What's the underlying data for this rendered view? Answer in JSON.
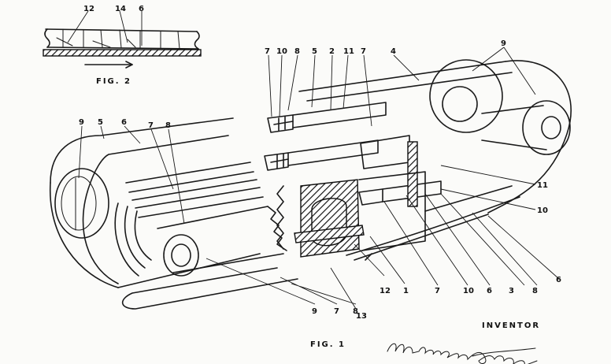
{
  "figures": {
    "fig1_caption": "FIG. 1",
    "fig2_caption": "FIG. 2"
  },
  "fig2_labels": [
    {
      "id": "f2-12",
      "text": "12"
    },
    {
      "id": "f2-14",
      "text": "14"
    },
    {
      "id": "f2-6",
      "text": "6"
    }
  ],
  "fig1_labels": [
    {
      "id": "a",
      "text": "7"
    },
    {
      "id": "b",
      "text": "10"
    },
    {
      "id": "c",
      "text": "8"
    },
    {
      "id": "d",
      "text": "5"
    },
    {
      "id": "e",
      "text": "2"
    },
    {
      "id": "f",
      "text": "11"
    },
    {
      "id": "g",
      "text": "7"
    },
    {
      "id": "h",
      "text": "4"
    },
    {
      "id": "i",
      "text": "9"
    },
    {
      "id": "j",
      "text": "9"
    },
    {
      "id": "k",
      "text": "5"
    },
    {
      "id": "l",
      "text": "6"
    },
    {
      "id": "m",
      "text": "7"
    },
    {
      "id": "n",
      "text": "8"
    },
    {
      "id": "o",
      "text": "11"
    },
    {
      "id": "p",
      "text": "10"
    },
    {
      "id": "q",
      "text": "6"
    },
    {
      "id": "r",
      "text": "12"
    },
    {
      "id": "s",
      "text": "1"
    },
    {
      "id": "t",
      "text": "7"
    },
    {
      "id": "u",
      "text": "10"
    },
    {
      "id": "v",
      "text": "6"
    },
    {
      "id": "w",
      "text": "3"
    },
    {
      "id": "x",
      "text": "8"
    },
    {
      "id": "y",
      "text": "13"
    },
    {
      "id": "z",
      "text": "9"
    },
    {
      "id": "aa",
      "text": "7"
    },
    {
      "id": "bb",
      "text": "8"
    }
  ],
  "inventor": {
    "heading": "INVENTOR",
    "signature": "Miroslaw Zygmunt Bekker"
  }
}
